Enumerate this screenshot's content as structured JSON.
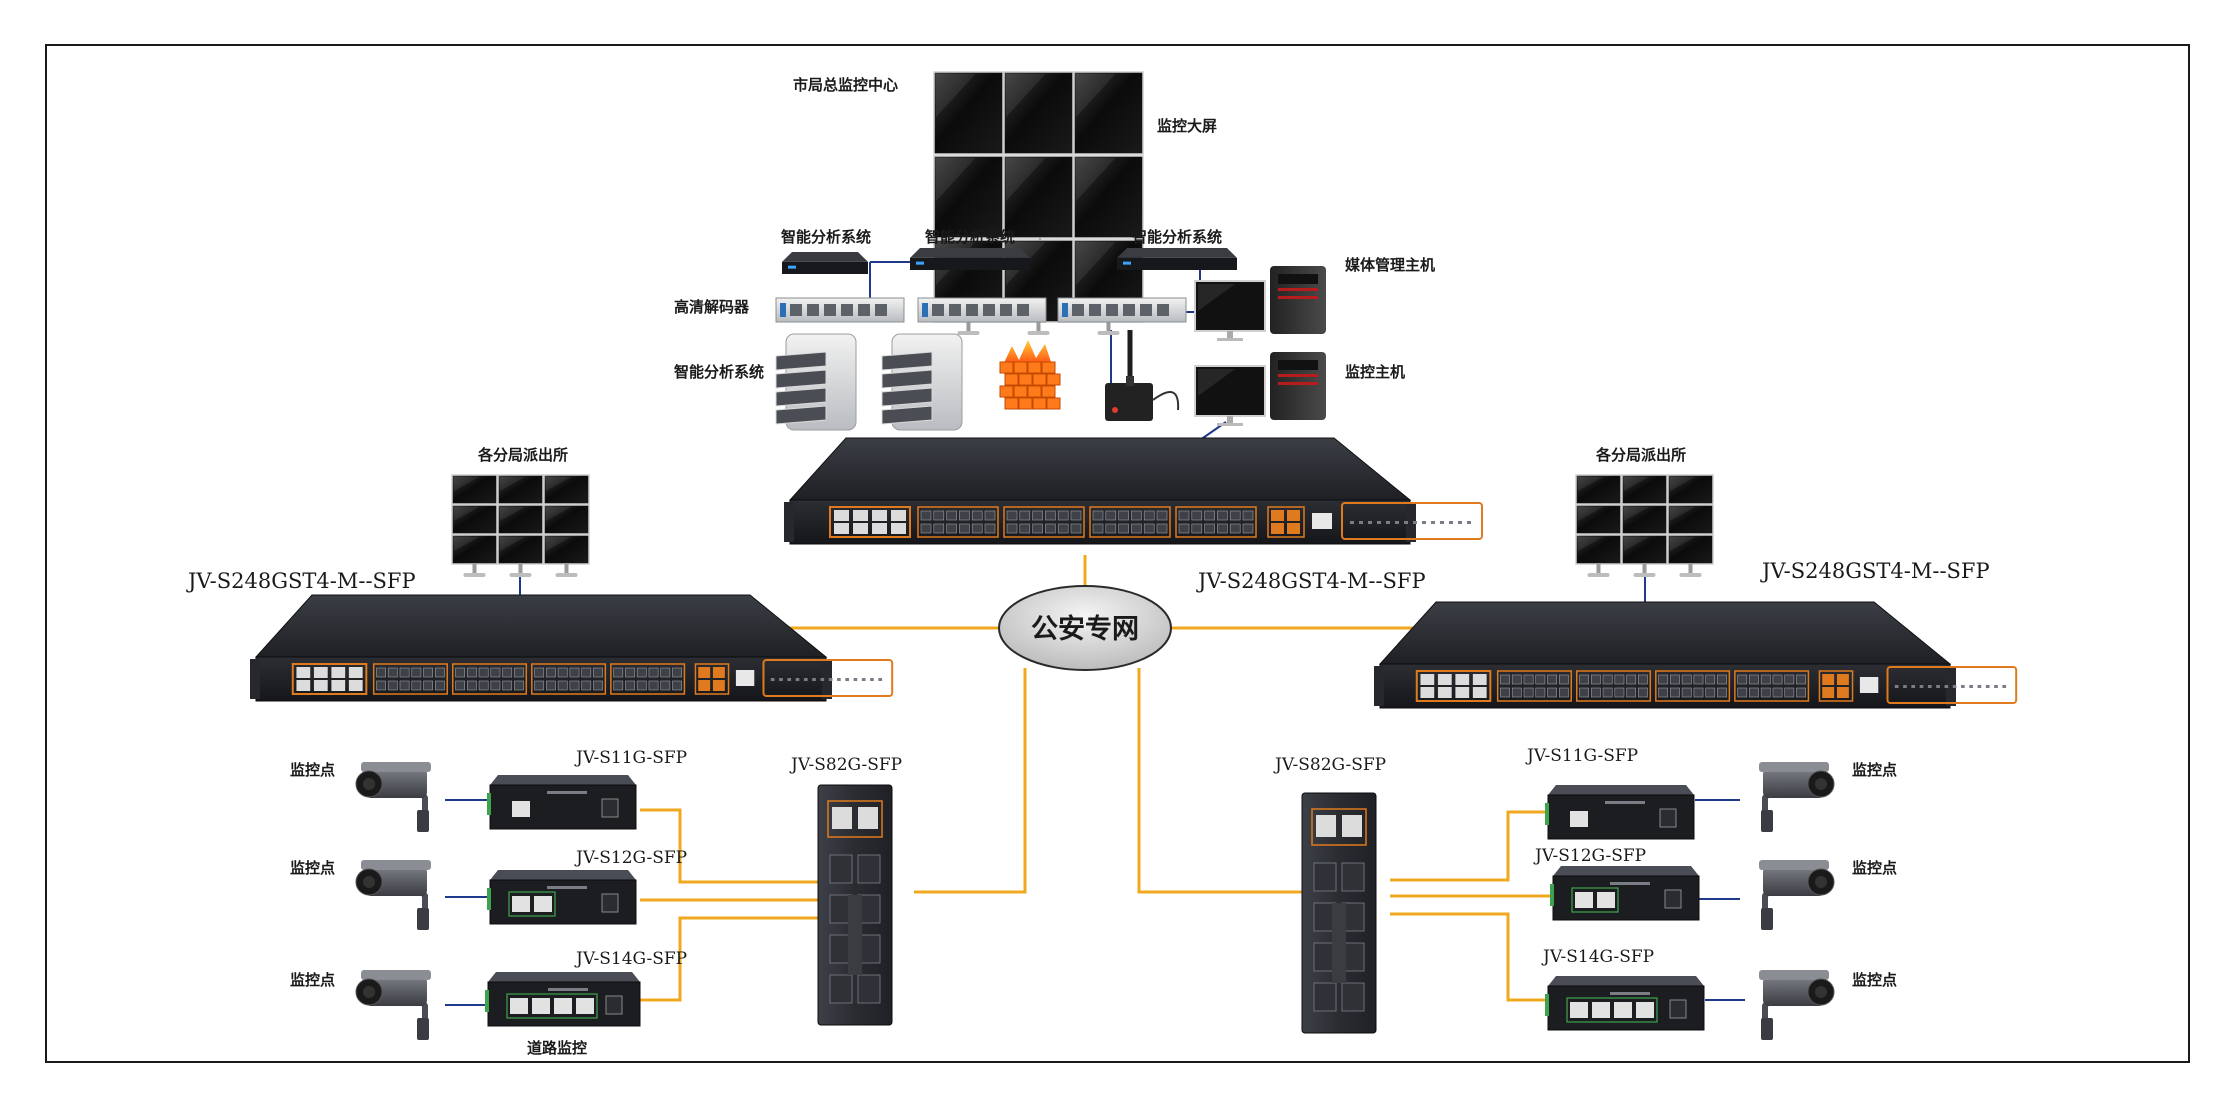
{
  "labels": {
    "center_title": "市局总监控中心",
    "video_wall": "监控大屏",
    "analysis_top_left": "智能分析系统",
    "analysis_top_mid": "智能分析系统",
    "analysis_top_right": "智能分析系统",
    "media_host": "媒体管理主机",
    "hd_decoder": "高清解码器",
    "analysis_storage": "智能分析系统",
    "monitor_host": "监控主机",
    "branch_left": "各分局派出所",
    "branch_right": "各分局派出所",
    "core_switch_model": "JV-S248GST4-M--SFP",
    "left_switch_model": "JV-S248GST4-M--SFP",
    "right_switch_model": "JV-S248GST4-M--SFP",
    "network": "公安专网",
    "left_agg_model": "JV-S82G-SFP",
    "right_agg_model": "JV-S82G-SFP",
    "road_monitoring": "道路监控",
    "left_nodes": [
      {
        "camera": "监控点",
        "model": "JV-S11G-SFP"
      },
      {
        "camera": "监控点",
        "model": "JV-S12G-SFP"
      },
      {
        "camera": "监控点",
        "model": "JV-S14G-SFP"
      }
    ],
    "right_nodes": [
      {
        "camera": "监控点",
        "model": "JV-S11G-SFP"
      },
      {
        "camera": "监控点",
        "model": "JV-S12G-SFP"
      },
      {
        "camera": "监控点",
        "model": "JV-S14G-SFP"
      }
    ]
  },
  "colors": {
    "fiber_link": "#f0a81e",
    "copper_link": "#1f3a8a",
    "switch_body": "#2a2c31",
    "port_accent": "#e07a1e",
    "firewall": "#ff7a1a"
  }
}
